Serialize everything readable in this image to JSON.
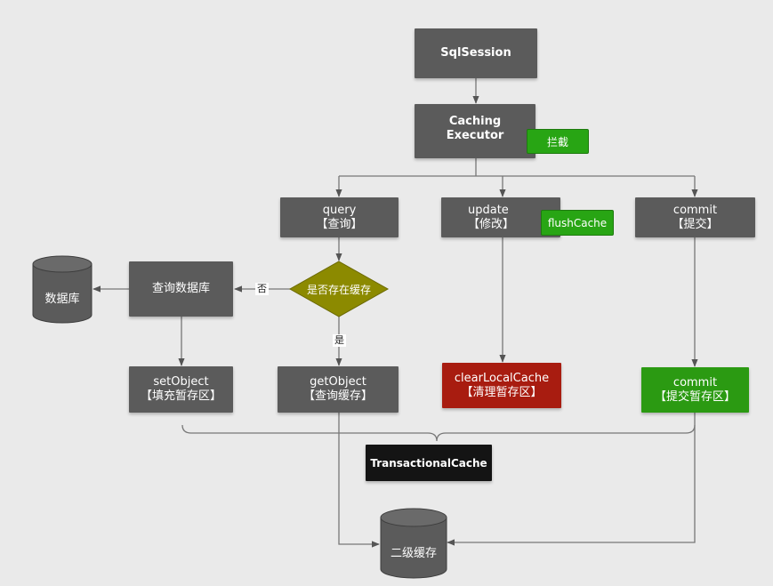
{
  "nodes": {
    "sqlsession": "SqlSession",
    "caching_executor_line1": "Caching",
    "caching_executor_line2": "Executor",
    "intercept_tag": "拦截",
    "query_line1": "query",
    "query_line2": "【查询】",
    "update_line1": "update",
    "update_line2": "【修改】",
    "flushcache_tag": "flushCache",
    "commit_line1": "commit",
    "commit_line2": "【提交】",
    "cache_exists_decision": "是否存在缓存",
    "query_db": "查询数据库",
    "database": "数据库",
    "setobject_line1": "setObject",
    "setobject_line2": "【填充暂存区】",
    "getobject_line1": "getObject",
    "getobject_line2": "【查询缓存】",
    "clearlocalcache_line1": "clearLocalCache",
    "clearlocalcache_line2": "【清理暂存区】",
    "commit_staging_line1": "commit",
    "commit_staging_line2": "【提交暂存区】",
    "transactional_cache": "TransactionalCache",
    "second_level_cache": "二级缓存"
  },
  "edge_labels": {
    "no": "否",
    "yes": "是"
  },
  "colors": {
    "background": "#eaeaea",
    "node_gray": "#5b5b5b",
    "tag_green": "#28a514",
    "node_green": "#2b9a12",
    "node_red": "#a81c10",
    "node_black": "#141414",
    "decision_olive": "#8c8a00",
    "line": "#666666"
  }
}
